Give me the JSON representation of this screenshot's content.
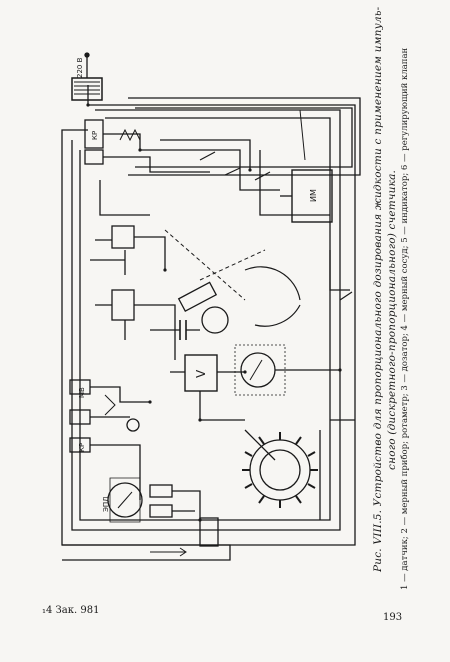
{
  "caption": {
    "title": "Рис. VIII.5. Устройство для пропорционального дозирования жидкости с применением импуль-",
    "title_cont": "сного (дискретного-пропорционального) счетчика.",
    "legend": "1 — датчик; 2 — мерный прибор; ротаметр; 3 — дозатор; 4 — мерный сосуд; 5 — индикатор; 6 — регулирующий клапан"
  },
  "footer": {
    "left": "₁4 Зак. 981",
    "page": "193"
  },
  "labels": {
    "supply": "220 В",
    "v_box": "V",
    "im_box": "ИМ",
    "kr1": "КР",
    "kr2": "КР",
    "mv": "МВ",
    "epd": "ЭПД"
  },
  "colors": {
    "ink": "#1a1a1a",
    "paper": "#f7f6f3"
  }
}
